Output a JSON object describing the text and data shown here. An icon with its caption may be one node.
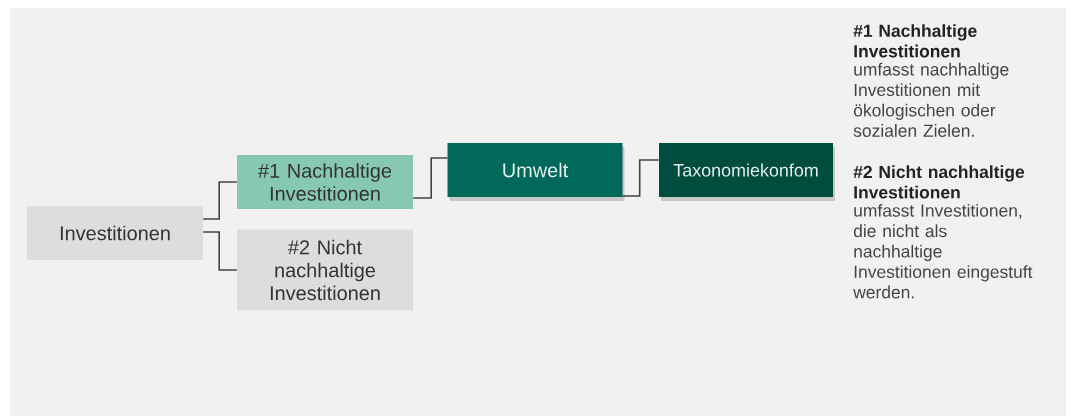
{
  "diagram": {
    "nodes": [
      {
        "text": [
          "Investitionen"
        ]
      },
      {
        "text": [
          "#1 Nachhaltige Investitionen"
        ]
      },
      {
        "text": [
          "#2 Nicht nachhaltige Investitionen"
        ]
      },
      {
        "text": [
          "Umwelt"
        ]
      },
      {
        "text": [
          "Taxonomiekonfom"
        ]
      }
    ],
    "edges": [
      {
        "from": 0,
        "to": 1,
        "arrow": "none"
      },
      {
        "from": 0,
        "to": 2,
        "arrow": "none"
      },
      {
        "from": 1,
        "to": 3,
        "arrow": "none"
      },
      {
        "from": 3,
        "to": 4,
        "arrow": "none"
      }
    ],
    "labels": [
      "#1 Nachhaltige Investitionen",
      "umfasst nachhaltige Investitionen mit ökologischen oder sozialen Zielen.",
      "#2 Nicht nachhaltige Investitionen",
      "umfasst Investitionen, die nicht als nachhaltige Investitionen eingestuft werden."
    ]
  }
}
